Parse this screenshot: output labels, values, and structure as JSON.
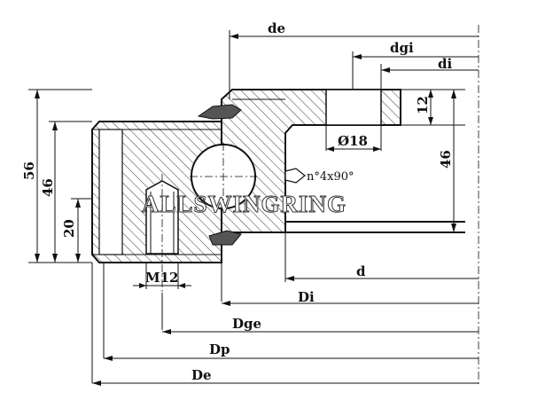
{
  "drawing": {
    "watermark": "ALLSWINGRING",
    "dimensions": {
      "de": "de",
      "dgi": "dgi",
      "di": "di",
      "d": "d",
      "Di": "Di",
      "Dge": "Dge",
      "Dp": "Dp",
      "De": "De",
      "h56": "56",
      "h46_left": "46",
      "h20": "20",
      "h12": "12",
      "h46_right": "46",
      "bolt_hole": "Ø18",
      "thread": "M12",
      "lube": "n°4x90°"
    }
  }
}
